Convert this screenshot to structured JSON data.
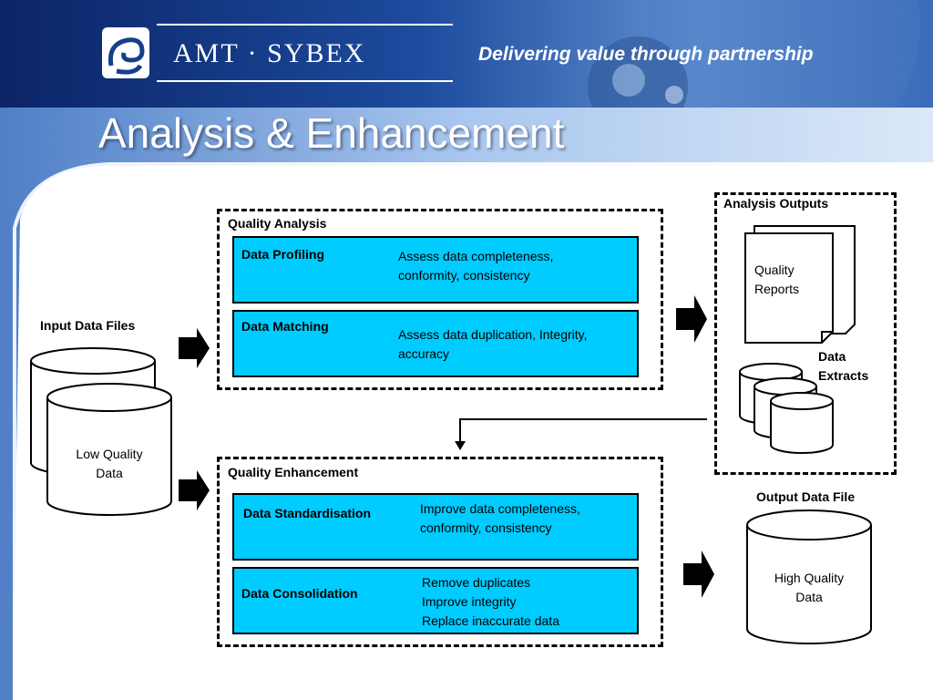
{
  "header": {
    "logo_text": "AMT · SYBEX",
    "tagline": "Delivering value through partnership"
  },
  "slide": {
    "title": "Analysis & Enhancement"
  },
  "diagram": {
    "input": {
      "heading": "Input Data Files",
      "cylinder_label_1": "Low Quality",
      "cylinder_label_2": "Data"
    },
    "quality_analysis": {
      "label": "Quality Analysis",
      "processes": [
        {
          "name": "Data Profiling",
          "desc_lines": [
            "Assess data completeness,",
            "conformity, consistency"
          ]
        },
        {
          "name": "Data Matching",
          "desc_lines": [
            "Assess data duplication, Integrity,",
            "accuracy"
          ]
        }
      ]
    },
    "analysis_outputs": {
      "label": "Analysis Outputs",
      "reports_line_1": "Quality",
      "reports_line_2": "Reports",
      "extracts_line_1": "Data",
      "extracts_line_2": "Extracts"
    },
    "quality_enhancement": {
      "label": "Quality Enhancement",
      "processes": [
        {
          "name": "Data Standardisation",
          "desc_lines": [
            "Improve data completeness,",
            "conformity, consistency"
          ]
        },
        {
          "name": "Data Consolidation",
          "desc_lines": [
            "Remove duplicates",
            "Improve integrity",
            "Replace inaccurate data"
          ]
        }
      ]
    },
    "output": {
      "heading": "Output Data File",
      "cylinder_label_1": "High Quality",
      "cylinder_label_2": "Data"
    }
  },
  "colors": {
    "process_fill": "#00ccff",
    "header_dark": "#0a2a6e",
    "header_mid": "#2d5fb0",
    "header_light": "#9cc0ea"
  }
}
